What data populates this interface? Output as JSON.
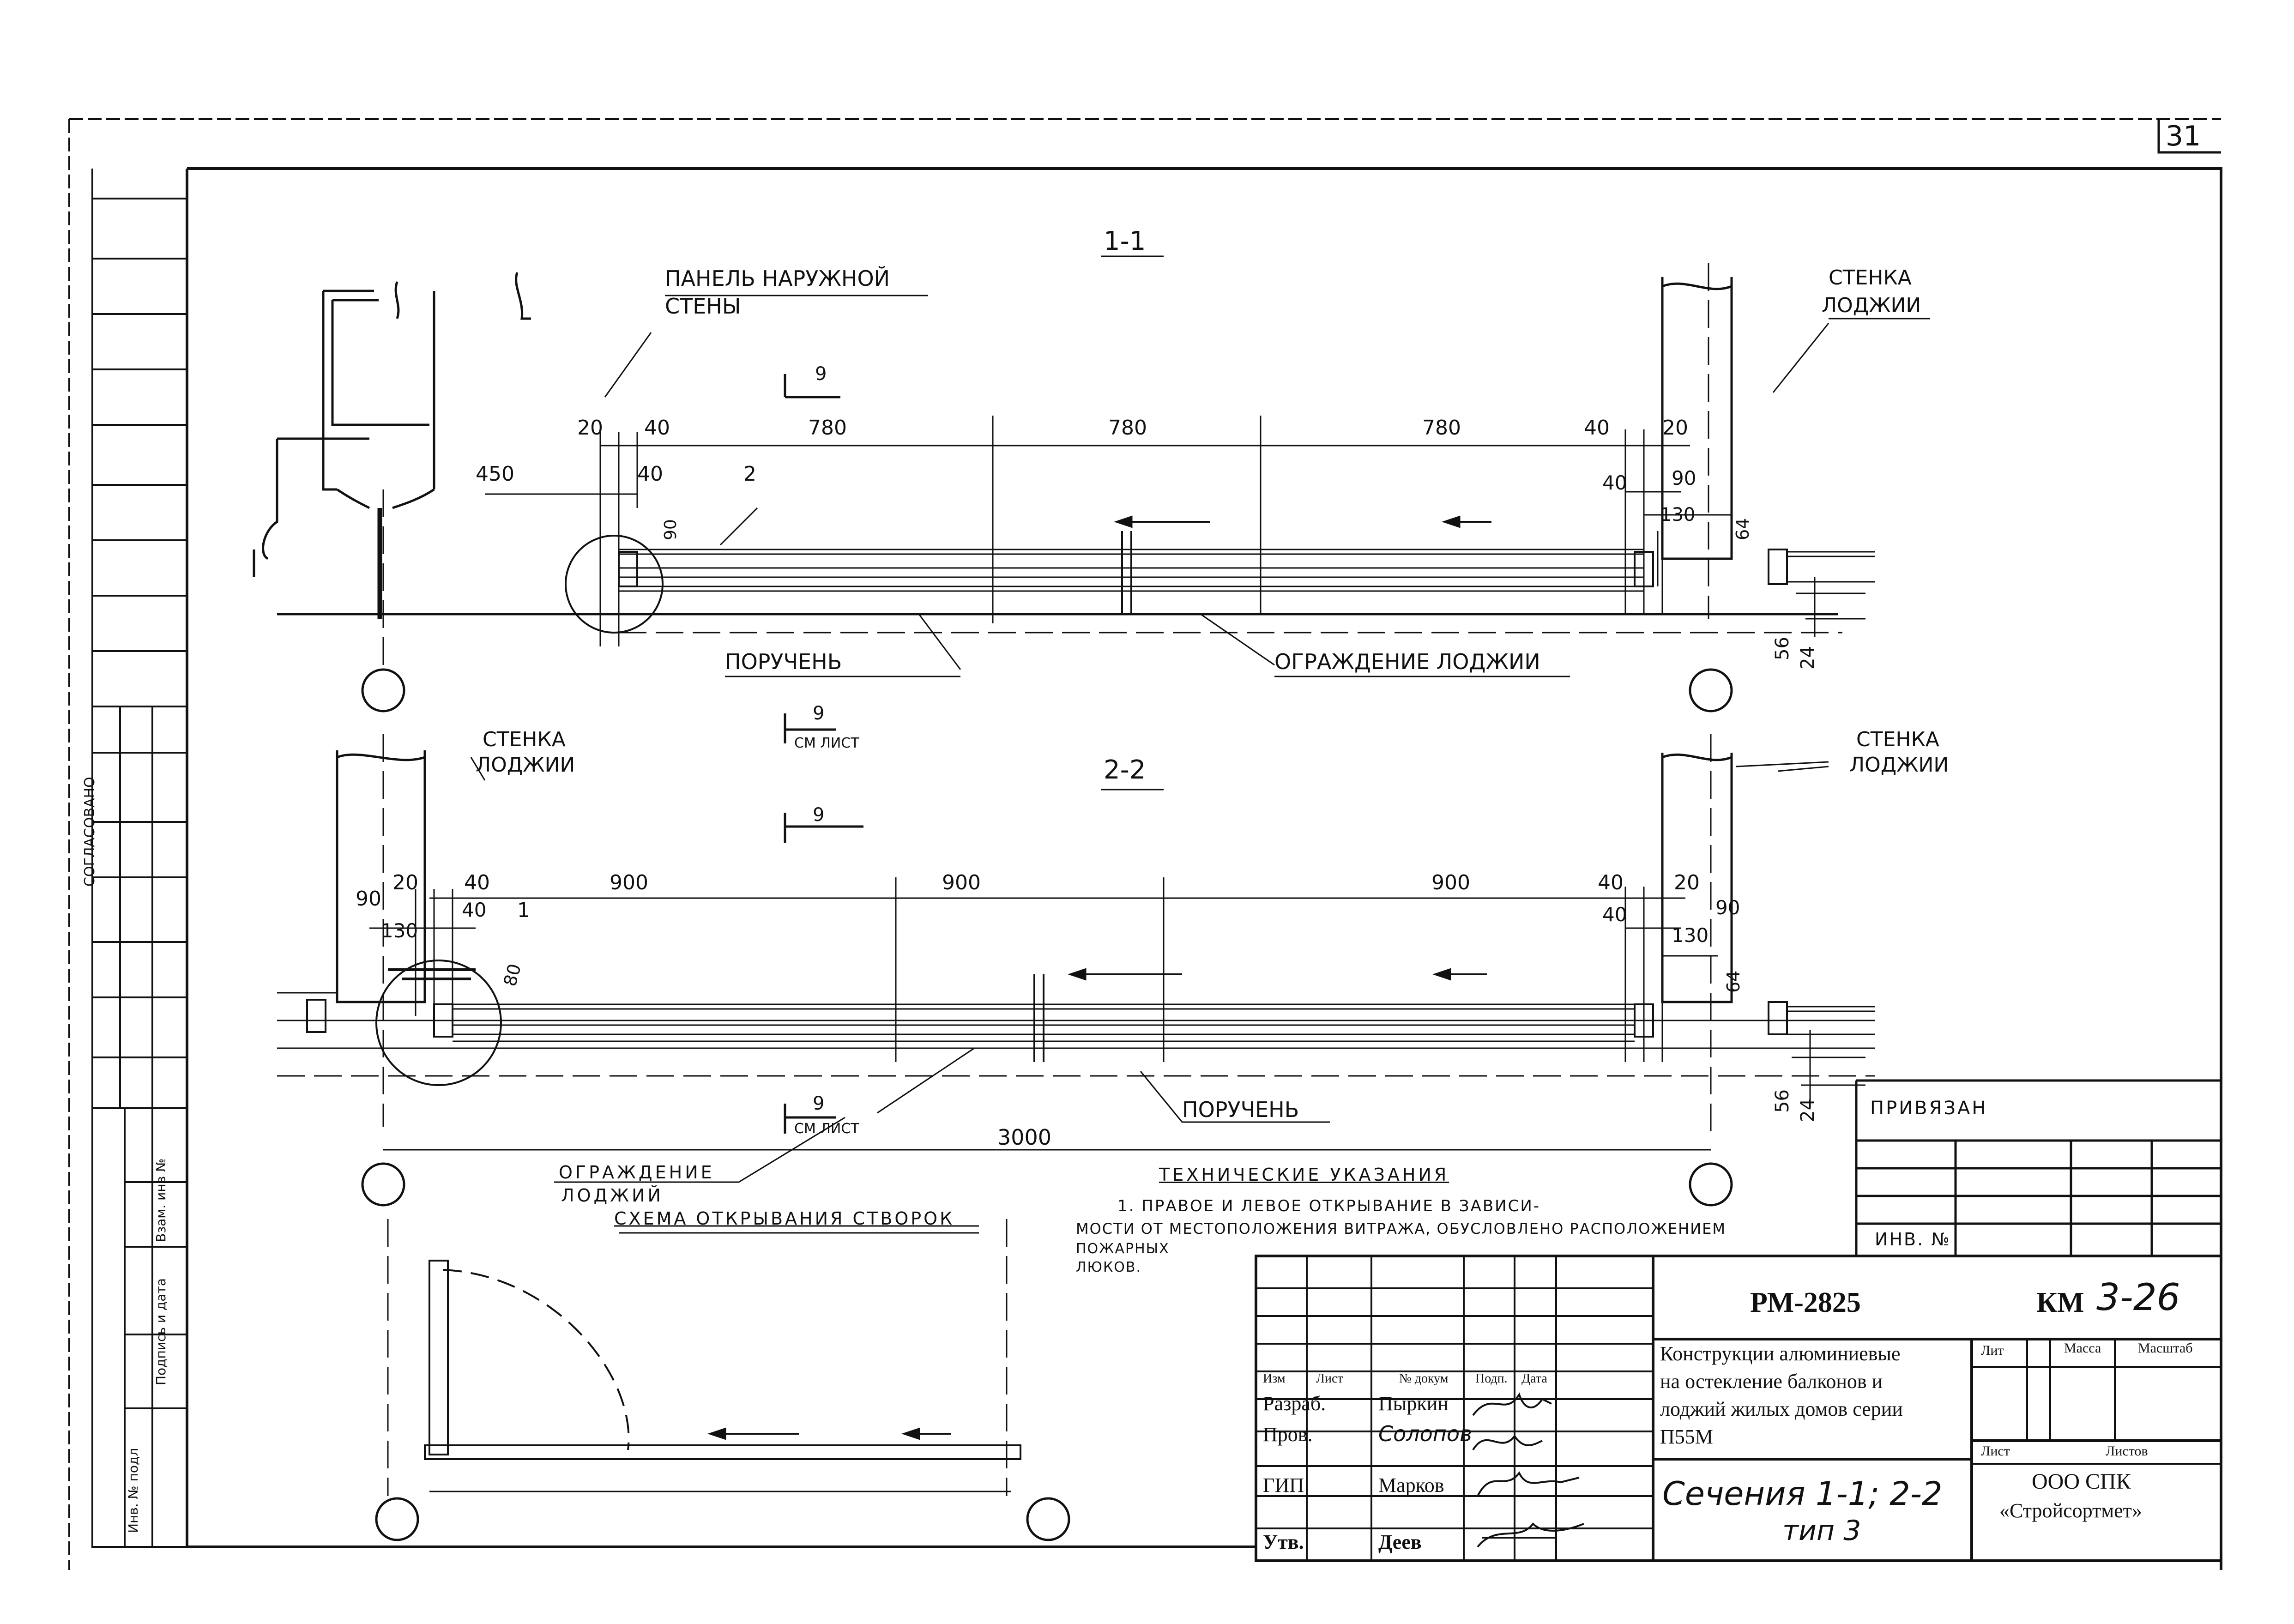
{
  "sheet": {
    "page_number": "31",
    "margin_block": {
      "soglasovano": "СОГЛАСОВАНО",
      "vzam_inv": "Взам. инв №",
      "podpis_data": "Подпись и дата",
      "inv_podl": "Инв. № подл"
    },
    "privyazan": {
      "label": "ПРИВЯЗАН",
      "inv": "ИНВ. №"
    }
  },
  "section_1": {
    "title": "1-1",
    "label_panel_line1": "ПАНЕЛЬ НАРУЖНОЙ",
    "label_panel_line2": "СТЕНЫ",
    "label_stenka_line1": "СТЕНКА",
    "label_stenka_line2": "ЛОДЖИИ",
    "view_mark": "9",
    "dims": {
      "d20_left": "20",
      "d40_left": "40",
      "d780_a": "780",
      "d780_b": "780",
      "d780_c": "780",
      "d40_right": "40",
      "d20_right": "20",
      "d450": "450",
      "d40_lower": "40",
      "node_2": "2",
      "d40_r_lower": "40",
      "d90": "90",
      "d130": "130",
      "d64": "64",
      "d90_vert": "90",
      "d56": "56",
      "d24": "24"
    },
    "label_poruchen": "ПОРУЧЕНЬ",
    "label_ograzhdenie": "ОГРАЖДЕНИЕ ЛОДЖИИ"
  },
  "section_2": {
    "title": "2-2",
    "label_stenka_left_line1": "СТЕНКА",
    "label_stenka_left_line2": "ЛОДЖИИ",
    "label_stenka_right_line1": "СТЕНКА",
    "label_stenka_right_line2": "ЛОДЖИИ",
    "view_mark_top": "9",
    "view_mark_top_ref": "СМ ЛИСТ",
    "view_mark": "9",
    "view_mark_bottom": "9",
    "view_mark_bottom_ref": "СМ ЛИСТ",
    "dims": {
      "d90_left": "90",
      "d20_left": "20",
      "d40_left": "40",
      "d900_a": "900",
      "d900_b": "900",
      "d900_c": "900",
      "d40_right": "40",
      "d20_right": "20",
      "d130_left": "130",
      "d40_left_low": "40",
      "node_1": "1",
      "d40_right_low": "40",
      "d130_right": "130",
      "d90_right": "90",
      "d80": "80",
      "d64": "64",
      "d56": "56",
      "d24": "24",
      "d3000": "3000"
    },
    "label_poruchen": "ПОРУЧЕНЬ",
    "label_ograzhdenie_line1": "ОГРАЖДЕНИЕ",
    "label_ograzhdenie_line2": "ЛОДЖИЙ"
  },
  "scheme": {
    "title": "СХЕМА ОТКРЫВАНИЯ СТВОРОК"
  },
  "notes": {
    "title": "ТЕХНИЧЕСКИЕ УКАЗАНИЯ",
    "line1": "1. ПРАВОЕ И ЛЕВОЕ ОТКРЫВАНИЕ В ЗАВИСИ-",
    "line2": "МОСТИ ОТ МЕСТОПОЛОЖЕНИЯ ВИТРАЖА, ОБУСЛОВЛЕНО РАСПОЛОЖЕНИЕМ",
    "line3": "ПОЖАРНЫХ",
    "line4": "ЛЮКОВ."
  },
  "title_block": {
    "code": "РМ-2825",
    "mark": "КМ",
    "mark_number": "3-26",
    "description_line1": "Конструкции алюминиевые",
    "description_line2": "на остекление балконов и",
    "description_line3": "лоджий жилых домов серии",
    "description_line4": "П55М",
    "col_lit": "Лит",
    "col_massa": "Масса",
    "col_masshtab": "Масштаб",
    "col_list": "Лист",
    "col_listov": "Листов",
    "header_izm": "Изм",
    "header_list": "Лист",
    "header_dokum": "№ докум",
    "header_podp": "Подп.",
    "header_data": "Дата",
    "role_razrab": "Разраб.",
    "name_razrab": "Пыркин",
    "role_prov": "Пров.",
    "name_prov": "Солопов",
    "role_gip": "ГИП",
    "name_gip": "Марков",
    "role_utv": "Утв.",
    "name_utv": "Деев",
    "sheet_title_line1": "Сечения 1-1; 2-2",
    "sheet_title_line2": "тип 3",
    "company_line1": "ООО СПК",
    "company_line2": "«Стройсортмет»"
  }
}
